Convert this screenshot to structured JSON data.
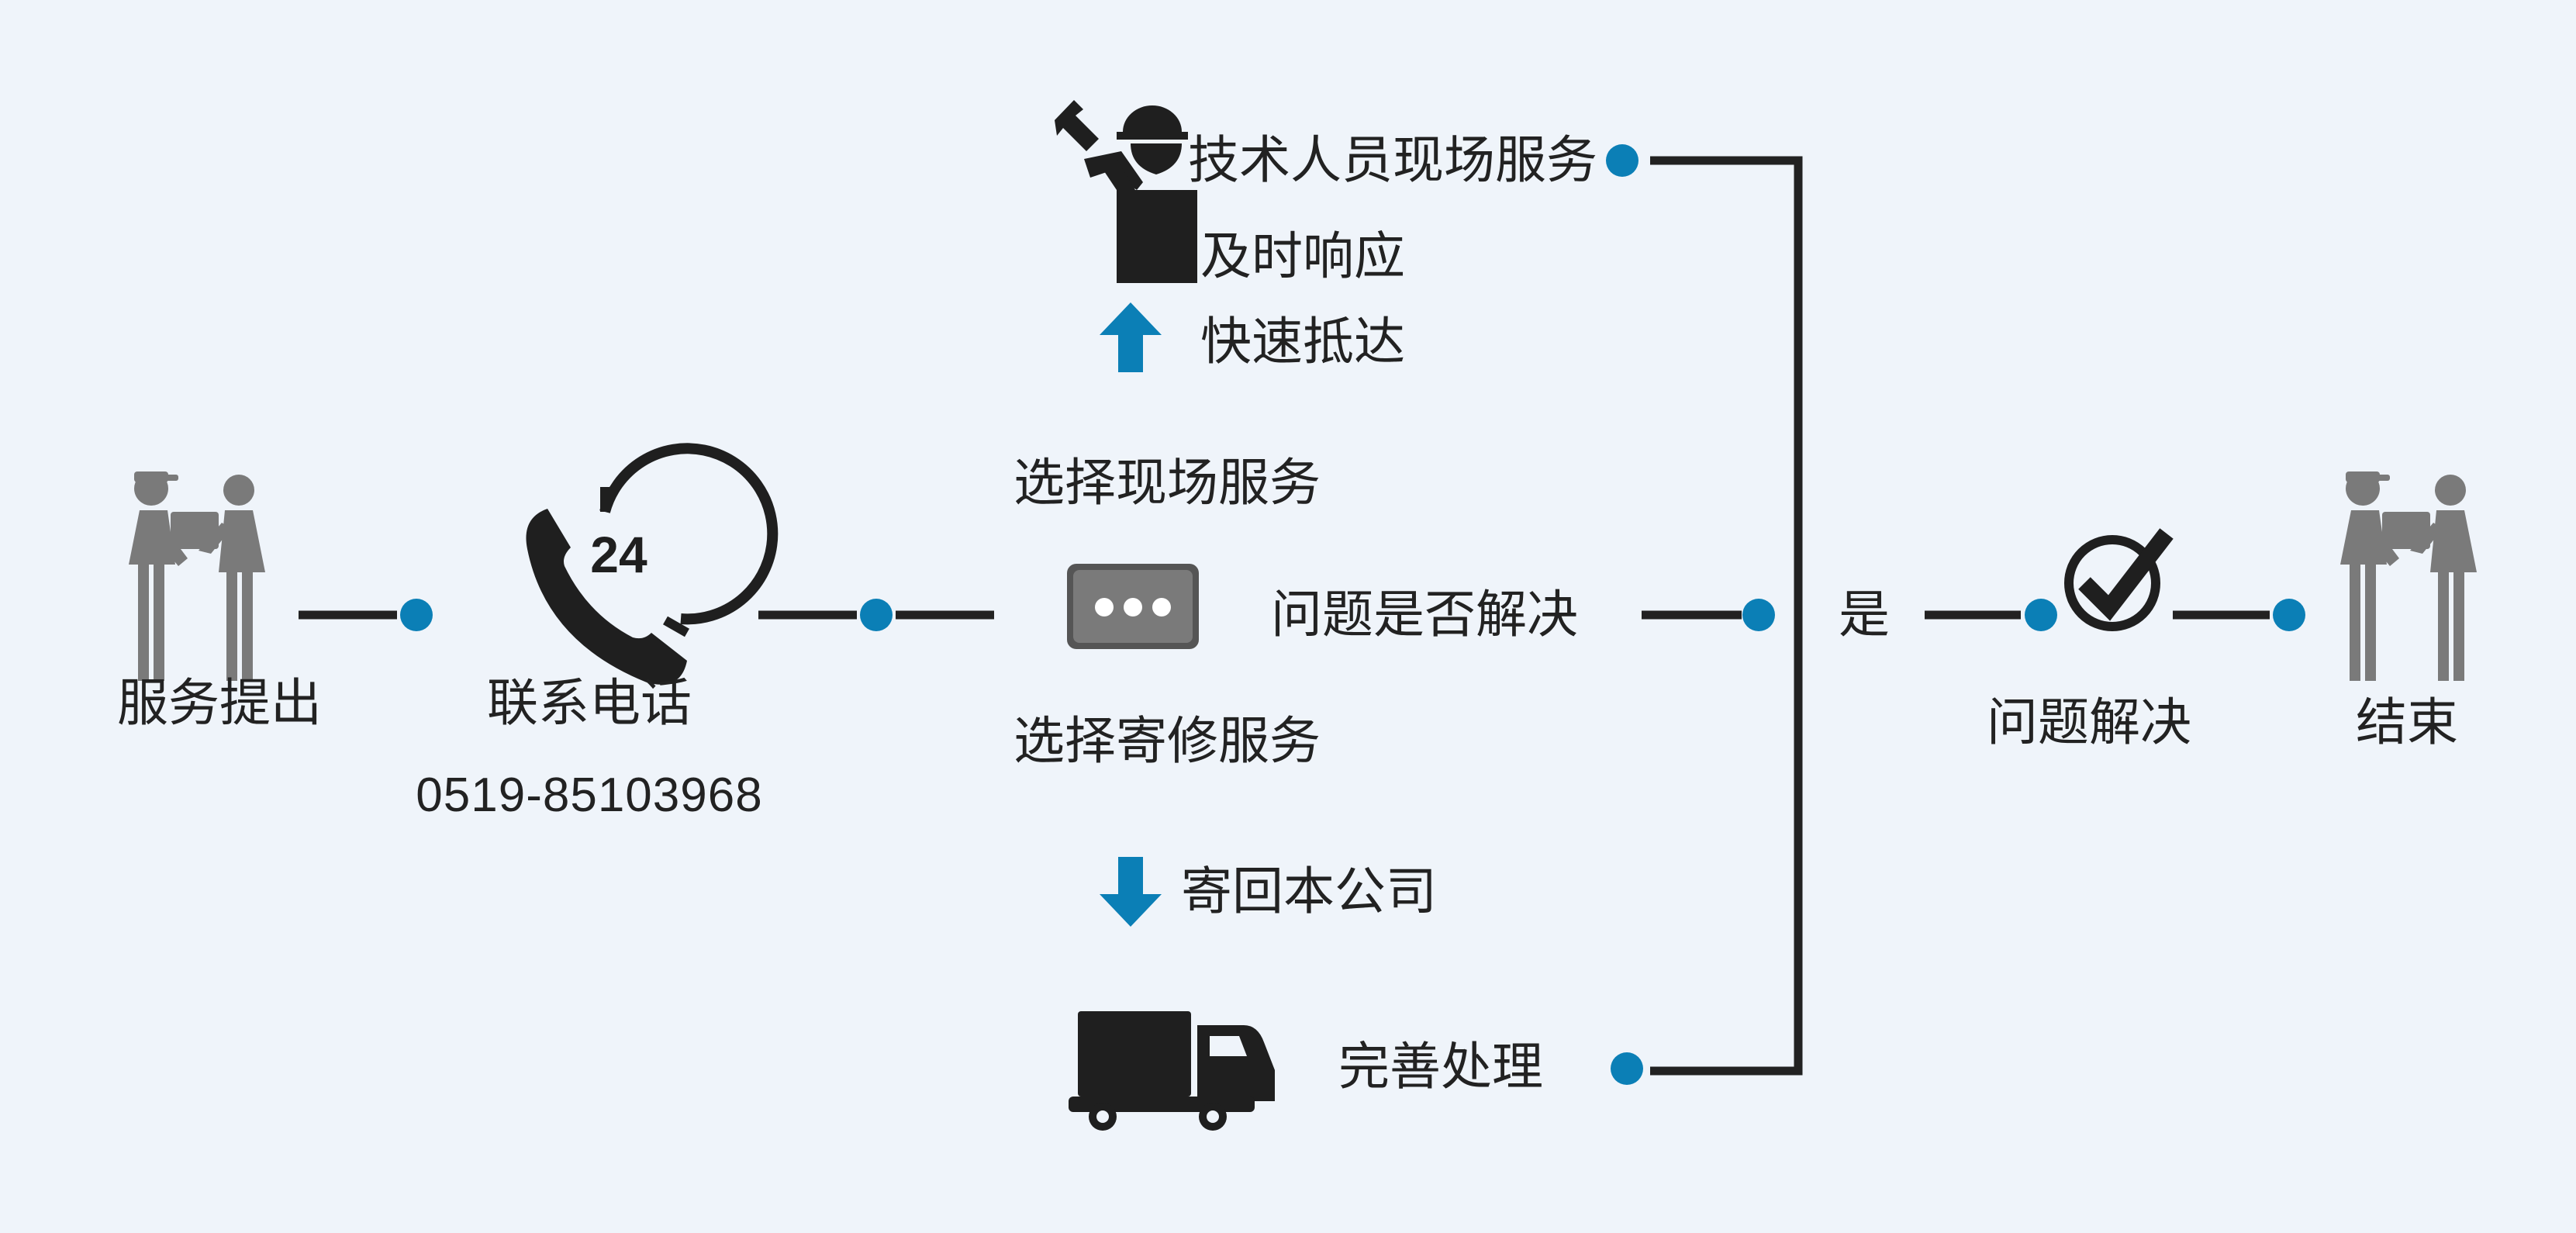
{
  "colors": {
    "background": "#eff4fa",
    "line": "#222222",
    "dot": "#0b7fb6",
    "icon_gray": "#7a7a7a",
    "icon_dark": "#1f1f1f",
    "arrow": "#0b7fb6"
  },
  "steps": {
    "submit": {
      "label": "服务提出",
      "icon": "handover-icon"
    },
    "call": {
      "label": "联系电话",
      "phone": "0519-85103968",
      "icon": "phone-24h-icon",
      "badge": "24"
    },
    "decision": {
      "label": "问题是否解决",
      "icon": "ellipsis-box-icon"
    },
    "onsite_choice": "选择现场服务",
    "repair_choice": "选择寄修服务",
    "onsite": {
      "label": "技术人员现场服务",
      "icon": "technician-icon",
      "note1": "及时响应",
      "note2": "快速抵达",
      "arrow": "up-arrow-icon"
    },
    "mail": {
      "label": "寄回本公司",
      "arrow": "down-arrow-icon"
    },
    "improve": {
      "label": "完善处理",
      "icon": "truck-icon"
    },
    "yes": "是",
    "solved": {
      "label": "问题解决",
      "icon": "checkmark-icon"
    },
    "end": {
      "label": "结束",
      "icon": "handover-icon"
    }
  }
}
